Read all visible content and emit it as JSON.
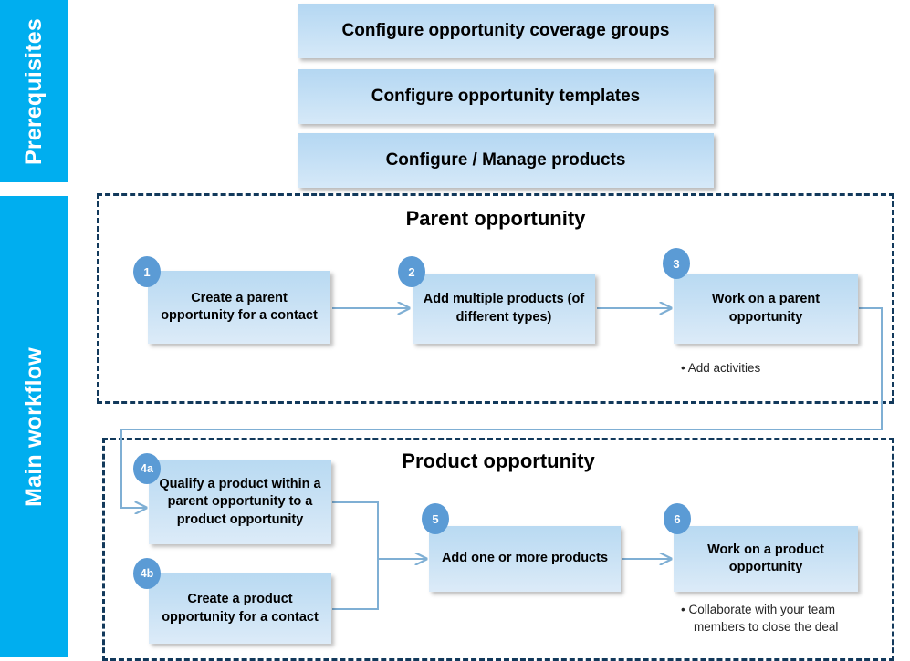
{
  "rails": [
    {
      "key": "prerequisites",
      "label": "Prerequisites"
    },
    {
      "key": "main-workflow",
      "label": "Main workflow"
    }
  ],
  "prerequisites": {
    "boxes": [
      {
        "label": "Configure opportunity coverage groups"
      },
      {
        "label": "Configure opportunity templates"
      },
      {
        "label": "Configure / Manage products"
      }
    ]
  },
  "sections": {
    "parent": {
      "title": "Parent opportunity",
      "nodes": [
        {
          "badge": "1",
          "label": "Create a parent opportunity for a contact"
        },
        {
          "badge": "2",
          "label": "Add multiple products (of different types)"
        },
        {
          "badge": "3",
          "label": "Work on a parent opportunity"
        }
      ],
      "notes": [
        {
          "text": "•  Add activities"
        }
      ]
    },
    "product": {
      "title": "Product opportunity",
      "nodes": [
        {
          "badge": "4a",
          "label": "Qualify a product within a parent opportunity to a product opportunity"
        },
        {
          "badge": "4b",
          "label": "Create a product opportunity for a contact"
        },
        {
          "badge": "5",
          "label": "Add one or more products"
        },
        {
          "badge": "6",
          "label": "Work on a product opportunity"
        }
      ],
      "notes": [
        {
          "text": "•  Collaborate with your team members to close the deal"
        }
      ]
    }
  },
  "colors": {
    "rail": "#00AEEF",
    "box_fill_top": "#B9DAF2",
    "box_fill_bottom": "#DCEBF8",
    "badge": "#5B9BD5",
    "section_border": "#12395B",
    "connector": "#7FAFD4",
    "text": "#000000"
  }
}
